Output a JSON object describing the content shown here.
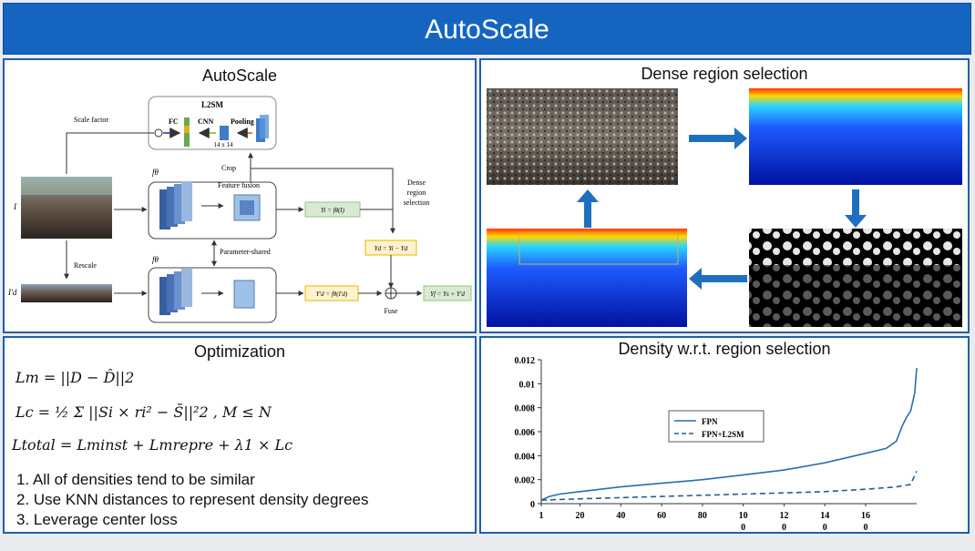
{
  "header": {
    "title": "AutoScale"
  },
  "panels": {
    "autoscale": {
      "title": "AutoScale",
      "l2sm": "L2SM",
      "fc": "FC",
      "cnn": "CNN",
      "pooling": "Pooling",
      "size": "14 x 14",
      "scale_factor": "Scale factor",
      "crop": "Crop",
      "feature_fusion": "Feature fusion",
      "dense_selection": [
        "Dense",
        "region",
        "selection"
      ],
      "parameter_shared": "Parameter-shared",
      "rescale": "Rescale",
      "fuse": "Fuse",
      "input_i": "I",
      "input_rescaled": "I'd",
      "f_theta": "fθ",
      "y_i": "Yi = fθ(I)",
      "y_d": "Yd = Yi − Yd",
      "y_d_prime": "Y'd = fθ(I'd)",
      "y_f": "Yf = Ys + Y'd"
    },
    "dense": {
      "title": "Dense region selection"
    },
    "optimization": {
      "title": "Optimization",
      "eq1": "Lm = ||D − D̂||2",
      "eq2": "Lc = ½ Σ ||Si × ri² − S̄||²2 , M ≤ N",
      "eq3": "Ltotal = Lminst + Lmrepre + λ1 × Lc",
      "points": [
        "1. All of densities tend to be similar",
        "2. Use KNN distances to represent density degrees",
        "3. Leverage center loss"
      ]
    },
    "density": {
      "title": "Density w.r.t. region selection"
    }
  },
  "chart_data": {
    "type": "line",
    "title": "Density w.r.t. region selection",
    "xlabel": "",
    "ylabel": "",
    "x_ticks": [
      "1",
      "20",
      "40",
      "60",
      "80",
      "10\n0",
      "12\n0",
      "14\n0",
      "16\n0"
    ],
    "y_ticks": [
      "0",
      "0.002",
      "0.004",
      "0.006",
      "0.008",
      "0.01",
      "0.012"
    ],
    "xlim": [
      1,
      185
    ],
    "ylim": [
      0,
      0.012
    ],
    "legend_position": "center",
    "series": [
      {
        "name": "FPN",
        "style": "solid",
        "color": "#2b6cb0",
        "x": [
          1,
          5,
          10,
          20,
          30,
          40,
          60,
          80,
          100,
          120,
          140,
          160,
          170,
          175,
          178,
          180,
          182,
          184,
          185
        ],
        "y": [
          0.0003,
          0.0006,
          0.0008,
          0.001,
          0.0012,
          0.0014,
          0.0017,
          0.002,
          0.0024,
          0.0028,
          0.0034,
          0.0042,
          0.0046,
          0.0052,
          0.0065,
          0.0072,
          0.0077,
          0.0092,
          0.0113
        ]
      },
      {
        "name": "FPN+L2SM",
        "style": "dashed",
        "color": "#2b5c8a",
        "x": [
          1,
          20,
          40,
          60,
          80,
          100,
          120,
          140,
          160,
          175,
          182,
          185
        ],
        "y": [
          0.0003,
          0.0004,
          0.0005,
          0.0006,
          0.0007,
          0.0008,
          0.0009,
          0.001,
          0.0012,
          0.0014,
          0.0016,
          0.0027
        ]
      }
    ]
  }
}
